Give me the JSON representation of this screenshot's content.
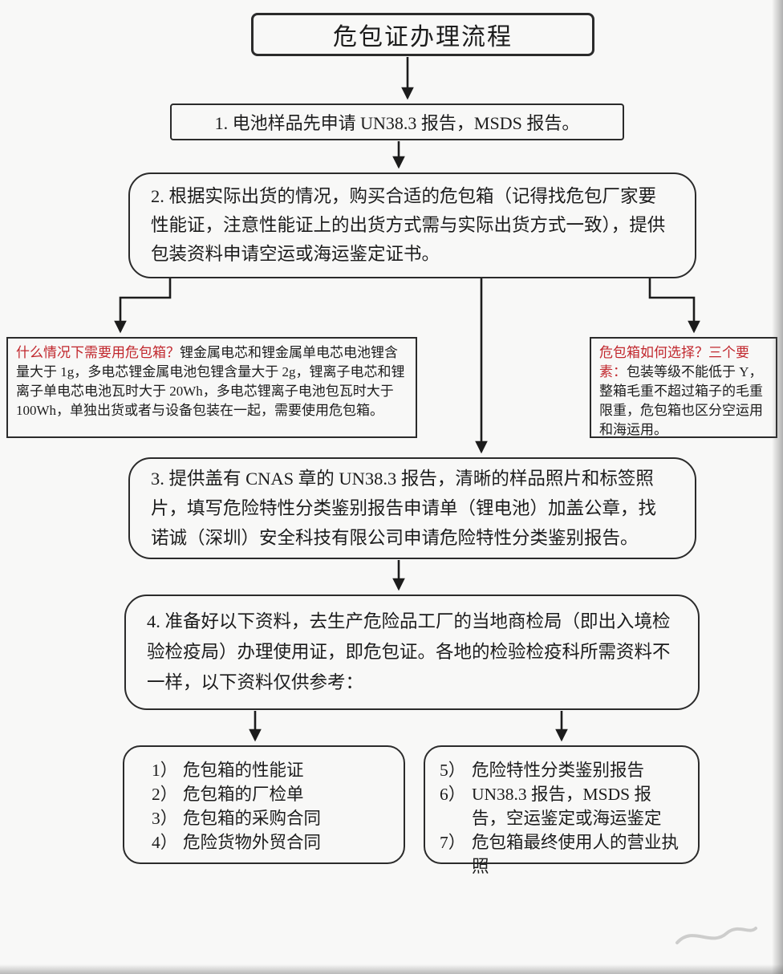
{
  "title": "危包证办理流程",
  "steps": [
    {
      "text": "1.  电池样品先申请 UN38.3 报告，MSDS 报告。"
    },
    {
      "text": "2. 根据实际出货的情况，购买合适的危包箱（记得找危包厂家要性能证，注意性能证上的出货方式需与实际出货方式一致），提供包装资料申请空运或海运鉴定证书。"
    },
    {
      "text": "3. 提供盖有 CNAS 章的 UN38.3 报告，清晰的样品照片和标签照片，填写危险特性分类鉴别报告申请单（锂电池）加盖公章，找诺诚（深圳）安全科技有限公司申请危险特性分类鉴别报告。"
    },
    {
      "text": "4. 准备好以下资料，去生产危险品工厂的当地商检局（即出入境检验检疫局）办理使用证，即危包证。各地的检验检疫科所需资料不一样，以下资料仅供参考："
    }
  ],
  "notes": {
    "left": {
      "title": "什么情况下需要用危包箱？",
      "body": "锂金属电芯和锂金属单电芯电池锂含量大于 1g，多电芯锂金属电池包锂含量大于 2g，锂离子电芯和锂离子单电芯电池瓦时大于 20Wh，多电芯锂离子电池包瓦时大于 100Wh，单独出货或者与设备包装在一起，需要使用危包箱。"
    },
    "right": {
      "title": "危包箱如何选择？三个要素：",
      "body": "包装等级不能低于 Y，整箱毛重不超过箱子的毛重限重，危包箱也区分空运用和海运用。"
    }
  },
  "documents": {
    "left": {
      "items": [
        {
          "num": "1）",
          "text": "危包箱的性能证"
        },
        {
          "num": "2）",
          "text": "危包箱的厂检单"
        },
        {
          "num": "3）",
          "text": "危包箱的采购合同"
        },
        {
          "num": "4）",
          "text": "危险货物外贸合同"
        }
      ]
    },
    "right": {
      "items": [
        {
          "num": "5）",
          "text": "危险特性分类鉴别报告"
        },
        {
          "num": "6）",
          "text": "UN38.3 报告，MSDS 报告，空运鉴定或海运鉴定"
        },
        {
          "num": "7）",
          "text": "危包箱最终使用人的营业执照"
        }
      ]
    }
  },
  "colors": {
    "accent_red": "#c1272d",
    "line_black": "#1c1c1c",
    "paper": "#f8f8f7"
  }
}
